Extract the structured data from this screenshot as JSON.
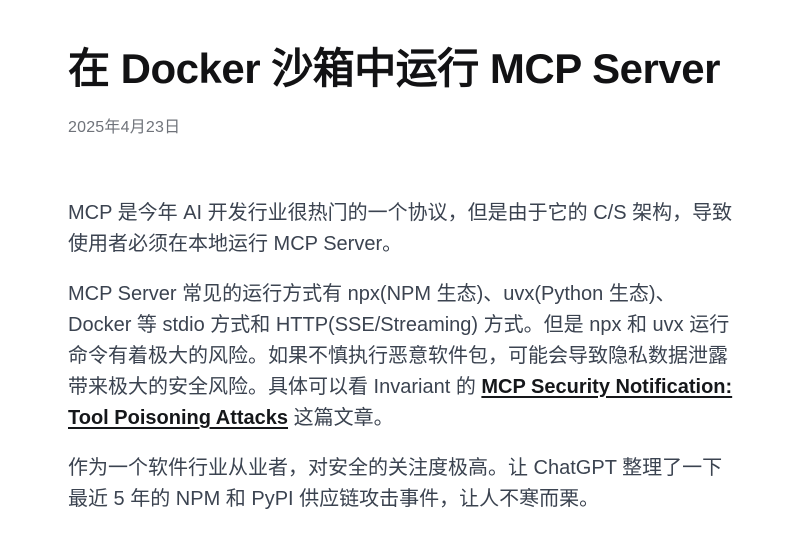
{
  "theme": {
    "background": "#ffffff",
    "title_color": "#121214",
    "date_color": "#6f737a",
    "body_color": "#3b4350",
    "link_color": "#15171a"
  },
  "header": {
    "title": "在 Docker 沙箱中运行 MCP Server",
    "date": "2025年4月23日"
  },
  "article": {
    "p1": "MCP 是今年 AI 开发行业很热门的一个协议，但是由于它的 C/S 架构，导致使用者必须在本地运行 MCP Server。",
    "p2_before": "MCP Server 常见的运行方式有 npx(NPM 生态)、uvx(Python 生态)、Docker 等 stdio 方式和 HTTP(SSE/Streaming) 方式。但是 npx 和 uvx 运行命令有着极大的风险。如果不慎执行恶意软件包，可能会导致隐私数据泄露带来极大的安全风险。具体可以看 Invariant 的 ",
    "p2_link": "MCP Security Notification: Tool Poisoning Attacks",
    "p2_after": " 这篇文章。",
    "p3": "作为一个软件行业从业者，对安全的关注度极高。让 ChatGPT 整理了一下最近 5 年的 NPM 和 PyPI 供应链攻击事件，让人不寒而栗。"
  }
}
